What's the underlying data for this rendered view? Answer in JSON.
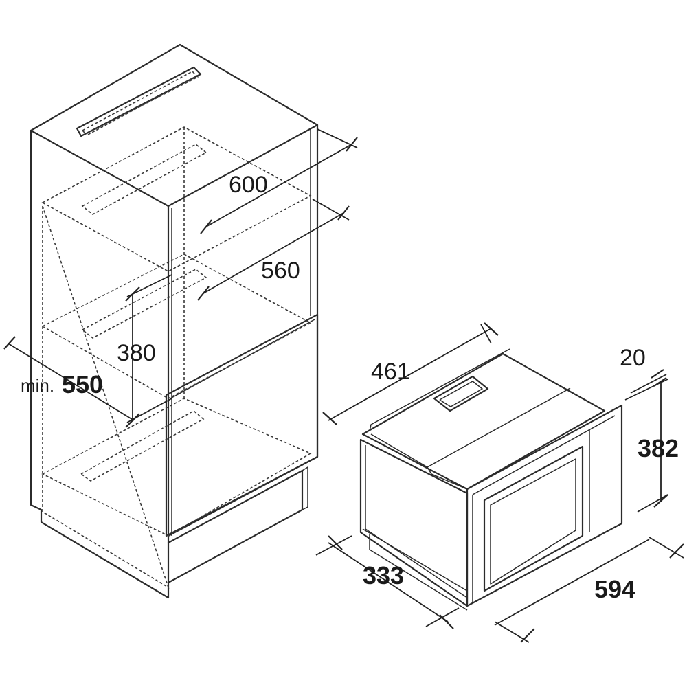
{
  "dimensions": {
    "cabinet_width": "600",
    "inner_width": "560",
    "niche_height": "380",
    "min_prefix": "min.",
    "min_height": "550",
    "device_depth": "461",
    "frame_thickness": "20",
    "device_height": "382",
    "inner_depth": "333",
    "device_width": "594"
  }
}
